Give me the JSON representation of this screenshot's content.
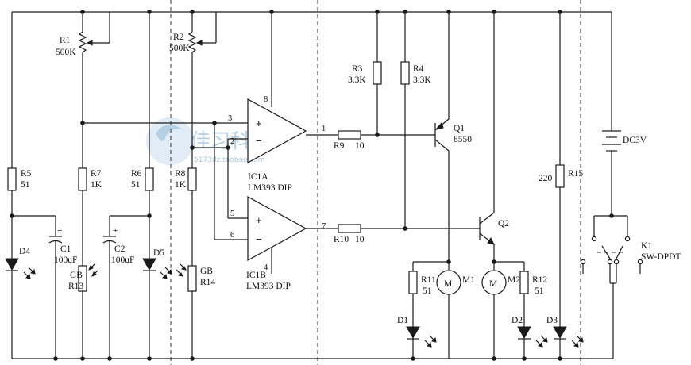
{
  "components": {
    "R1": {
      "ref": "R1",
      "value": "500K"
    },
    "R2": {
      "ref": "R2",
      "value": "500K"
    },
    "R3": {
      "ref": "R3",
      "value": "3.3K"
    },
    "R4": {
      "ref": "R4",
      "value": "3.3K"
    },
    "R5": {
      "ref": "R5",
      "value": "51"
    },
    "R6": {
      "ref": "R6",
      "value": "51"
    },
    "R7": {
      "ref": "R7",
      "value": "1K"
    },
    "R8": {
      "ref": "R8",
      "value": "1K"
    },
    "R9": {
      "ref": "R9",
      "value": "10"
    },
    "R10": {
      "ref": "R10",
      "value": "10"
    },
    "R11": {
      "ref": "R11",
      "value": "51"
    },
    "R12": {
      "ref": "R12",
      "value": "51"
    },
    "R13": {
      "ref": "R13",
      "type": "GB"
    },
    "R14": {
      "ref": "R14",
      "type": "GB"
    },
    "R15": {
      "ref": "R15",
      "value": "220"
    },
    "C1": {
      "ref": "C1",
      "value": "100uF"
    },
    "C2": {
      "ref": "C2",
      "value": "100uF"
    },
    "D1": {
      "ref": "D1"
    },
    "D2": {
      "ref": "D2"
    },
    "D3": {
      "ref": "D3"
    },
    "D4": {
      "ref": "D4"
    },
    "D5": {
      "ref": "D5"
    },
    "Q1": {
      "ref": "Q1",
      "value": "8550"
    },
    "Q2": {
      "ref": "Q2"
    },
    "M1": {
      "ref": "M1",
      "symbol": "M"
    },
    "M2": {
      "ref": "M2",
      "symbol": "M"
    },
    "IC1A": {
      "ref": "IC1A",
      "part": "LM393 DIP"
    },
    "IC1B": {
      "ref": "IC1B",
      "part": "LM393 DIP"
    },
    "BAT": {
      "value": "DC3V"
    },
    "K1": {
      "ref": "K1",
      "type": "SW-DPDT"
    }
  },
  "pins": {
    "p1": "1",
    "p2": "2",
    "p3": "3",
    "p4": "4",
    "p5": "5",
    "p6": "6",
    "p7": "7",
    "p8": "8",
    "plus": "+",
    "minus": "−"
  },
  "watermark": {
    "text": "佳习科教",
    "url": "5173dz.taobao.com"
  }
}
